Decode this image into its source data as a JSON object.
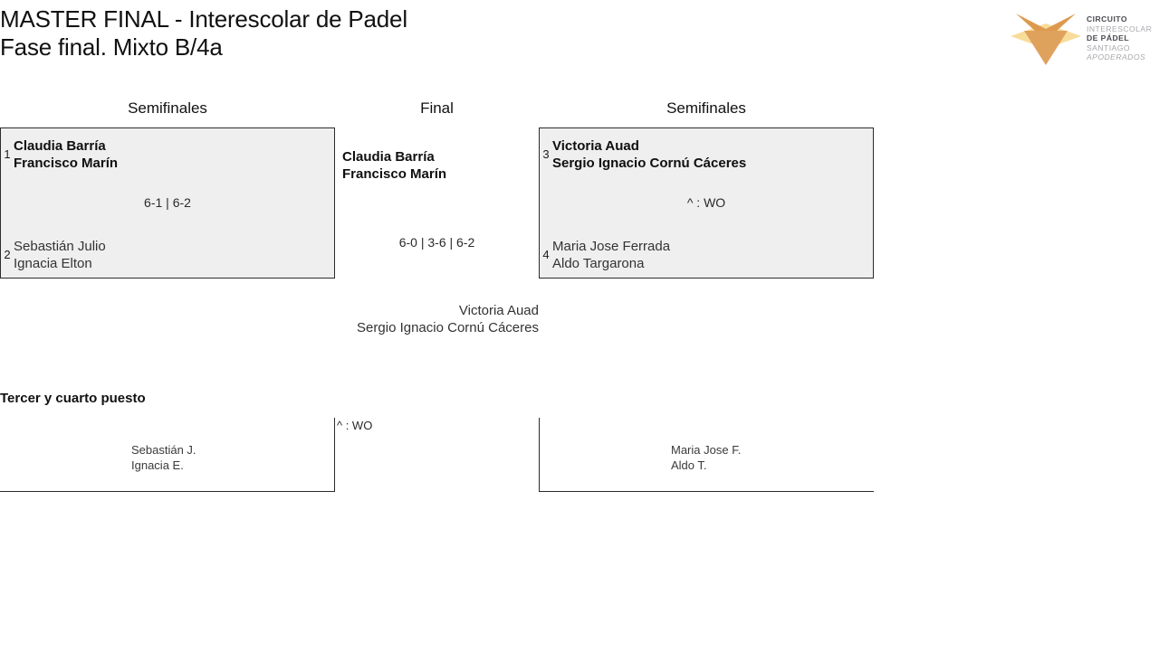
{
  "header": {
    "title_line1": "MASTER FINAL - Interescolar de Padel",
    "title_line2": "Fase final. Mixto B/4a"
  },
  "logo": {
    "name": "circuito-interescolar-de-padel-logo",
    "line1": "CIRCUITO",
    "line2": "INTERESCOLAR",
    "line3": "DE PÁDEL",
    "line4": "SANTIAGO",
    "line5": "APODERADOS",
    "colors": {
      "pale": "#f8dc9a",
      "mid": "#e0a25c",
      "dark": "#d78f44",
      "text_bold": "#4a4a52",
      "text_light": "#a9a9ae"
    }
  },
  "bracket": {
    "round_labels": {
      "semifinal_left": "Semifinales",
      "final": "Final",
      "semifinal_right": "Semifinales"
    },
    "semifinal_left": {
      "top": {
        "seed": "1",
        "player1": "Claudia Barría",
        "player2": "Francisco Marín",
        "result": "winner"
      },
      "bottom": {
        "seed": "2",
        "player1": "Sebastián Julio",
        "player2": "Ignacia Elton",
        "result": "loser"
      },
      "score": "6-1 | 6-2"
    },
    "semifinal_right": {
      "top": {
        "seed": "3",
        "player1": "Victoria Auad",
        "player2": "Sergio Ignacio Cornú Cáceres",
        "result": "winner"
      },
      "bottom": {
        "seed": "4",
        "player1": "Maria Jose Ferrada",
        "player2": "Aldo Targarona",
        "result": "loser"
      },
      "score": "^ : WO"
    },
    "final": {
      "winner": {
        "player1": "Claudia Barría",
        "player2": "Francisco Marín"
      },
      "runnerup": {
        "player1": "Victoria Auad",
        "player2": "Sergio Ignacio Cornú Cáceres"
      },
      "score": "6-0 | 3-6 | 6-2"
    }
  },
  "third_place": {
    "title": "Tercer y cuarto puesto",
    "left": {
      "player1": "Sebastián J.",
      "player2": "Ignacia E."
    },
    "right": {
      "player1": "Maria Jose F.",
      "player2": "Aldo T."
    },
    "score": "^ : WO"
  },
  "theme": {
    "box_fill": "#efefef",
    "box_border": "#2b2b2b",
    "background": "#ffffff",
    "text": "#1b1b1b"
  }
}
